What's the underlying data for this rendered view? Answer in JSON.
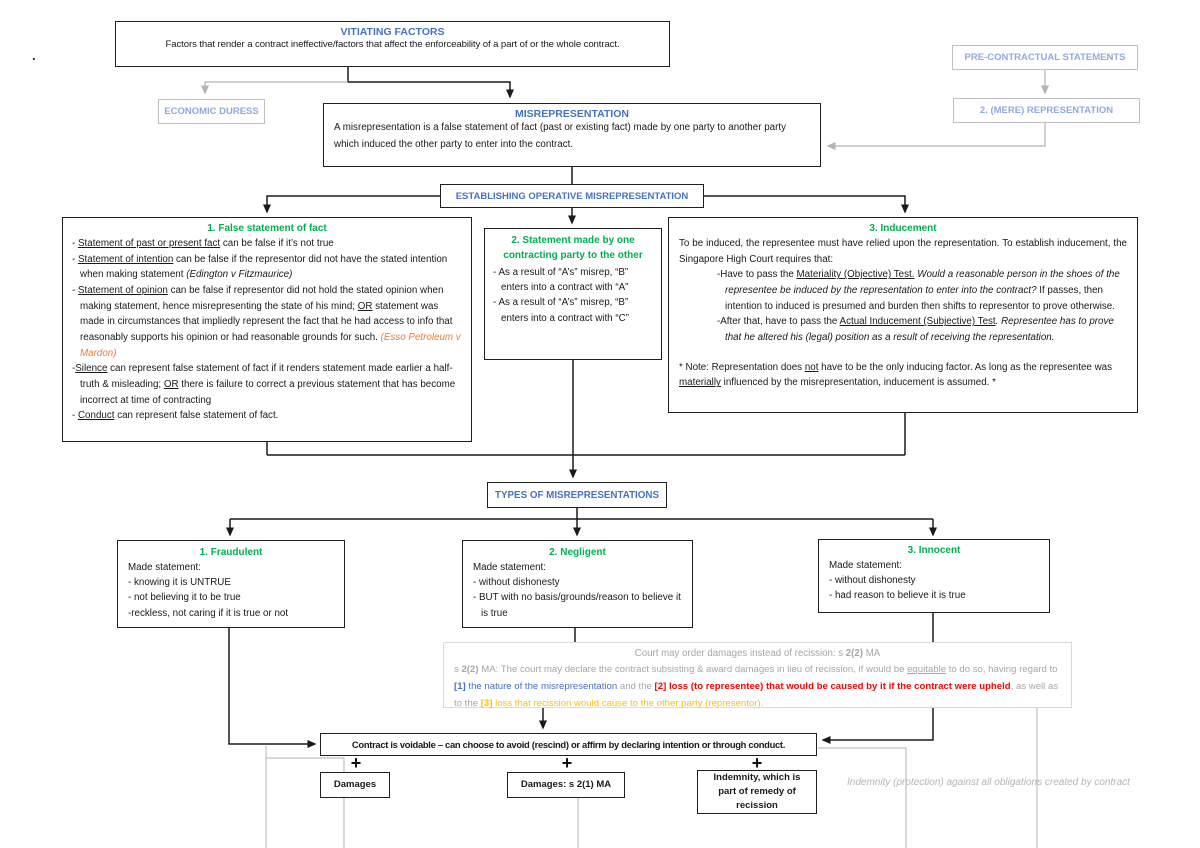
{
  "colors": {
    "header_blue": "#4472C4",
    "faded_blue": "#8FAADC",
    "green": "#00B050",
    "case_orange": "#ED7D31",
    "note_gray": "#A6A6A6",
    "red": "#FF0000",
    "amber": "#FFC000"
  },
  "stray_mark": ".",
  "header": {
    "vitiating_title": "VITIATING FACTORS",
    "vitiating_body": "Factors that render a contract ineffective/factors that affect the enforceability of a part of or the whole contract."
  },
  "side": {
    "economic_duress": "ECONOMIC DURESS",
    "pre_contractual": "PRE-CONTRACTUAL STATEMENTS",
    "mere_representation": "2. (MERE) REPRESENTATION"
  },
  "misrepresentation": {
    "title": "MISREPRESENTATION",
    "body": "A misrepresentation is a false statement of fact (past or existing fact) made by one party to another party which induced the other party to enter into the contract."
  },
  "establishing": "ESTABLISHING OPERATIVE MISREPRESENTATION",
  "elements": {
    "false_statement": {
      "title": "1. False statement of fact",
      "lines": [
        [
          [
            "",
            "- "
          ],
          [
            "u",
            "Statement of past or present fact"
          ],
          [
            "",
            " can be false if it’s not true"
          ]
        ],
        [
          [
            "",
            "- "
          ],
          [
            "u",
            "Statement of intention"
          ],
          [
            "",
            " can be false if the representor did not have the stated intention when making statement "
          ],
          [
            "i",
            "(Edington v Fitzmaurice)"
          ]
        ],
        [
          [
            "",
            "- "
          ],
          [
            "u",
            "Statement of opinion"
          ],
          [
            "",
            " can be false if representor did not hold the stated opinion when making statement, hence misrepresenting the state of his mind; "
          ],
          [
            "u",
            "OR"
          ],
          [
            "",
            " statement was made in circumstances that impliedly represent the fact that he had access to info that reasonably supports his opinion or had reasonable grounds for such. "
          ],
          [
            "oi",
            "(Esso Petroleum v Mardon)"
          ]
        ],
        [
          [
            "",
            "-"
          ],
          [
            "u",
            "Silence"
          ],
          [
            "",
            " can represent false statement of fact if it renders statement made earlier a half-truth & misleading; "
          ],
          [
            "u",
            "OR"
          ],
          [
            "",
            " there is failure to correct a previous statement that has become incorrect at time of contracting"
          ]
        ],
        [
          [
            "",
            "- "
          ],
          [
            "u",
            "Conduct"
          ],
          [
            "",
            " can represent false statement of fact."
          ]
        ]
      ]
    },
    "statement_party": {
      "title": "2. Statement made by one contracting party to the other",
      "lines": [
        "- As a result of “A’s” misrep, “B” enters into a contract with “A”",
        "- As a result of “A’s” misrep, “B” enters into a contract with “C”"
      ]
    },
    "inducement": {
      "title": "3. Inducement",
      "intro": "To be induced, the representee must have relied upon the representation. To establish inducement, the Singapore High Court requires that:",
      "bullets": [
        [
          [
            "",
            "-Have to pass the "
          ],
          [
            "u",
            "Materiality (Objective) Test."
          ],
          [
            "i",
            "  Would a reasonable person in the shoes of the representee be induced by the representation to enter into the contract?"
          ],
          [
            "",
            " If passes, then intention to induced is presumed and burden then shifts to representor to prove otherwise."
          ]
        ],
        [
          [
            "",
            "-After that, have to pass the "
          ],
          [
            "u",
            "Actual Inducement (Subjective) Test"
          ],
          [
            "i",
            ". Representee has to prove that he altered his (legal) position as a result of receiving the representation."
          ]
        ]
      ],
      "note": [
        [
          "",
          "* Note: Representation does "
        ],
        [
          "u",
          "not"
        ],
        [
          "",
          " have to be the only inducing factor. As long as the representee was "
        ],
        [
          "u",
          "materially"
        ],
        [
          "",
          " influenced by the misrepresentation, inducement is assumed. *"
        ]
      ]
    }
  },
  "types": {
    "title": "TYPES OF MISREPRESENTATIONS",
    "fraudulent": {
      "title": "1. Fraudulent",
      "lines": [
        "Made statement:",
        "- knowing it is UNTRUE",
        "- not believing it to be true",
        "-reckless, not caring if it is true or not"
      ]
    },
    "negligent": {
      "title": "2. Negligent",
      "lines": [
        "Made statement:",
        "- without dishonesty",
        "- BUT with no basis/grounds/reason to believe it is true"
      ]
    },
    "innocent": {
      "title": "3. Innocent",
      "lines": [
        "Made statement:",
        "- without dishonesty",
        "- had reason to believe it is true"
      ]
    }
  },
  "damages_note": {
    "title": [
      [
        "",
        "Court may order damages instead of recission: s "
      ],
      [
        "b",
        "2(2)"
      ],
      [
        "",
        " MA"
      ]
    ],
    "body": [
      [
        "",
        "s "
      ],
      [
        "b",
        "2(2)"
      ],
      [
        "",
        " MA: The court may declare the contract subsisting & award damages in lieu of recission, if would be "
      ],
      [
        "u",
        "equitable"
      ],
      [
        "",
        " to do so, having regard to "
      ],
      [
        "b blue",
        "[1]"
      ],
      [
        "blue",
        " the nature of the misrepresentation"
      ],
      [
        "",
        " and the "
      ],
      [
        "b red",
        "[2] loss (to representee) that would be caused by it if the contract were upheld"
      ],
      [
        "",
        ", as well as to the "
      ],
      [
        "b amber",
        "[3]"
      ],
      [
        "amber",
        " loss that recission would cause to the other party (representor)."
      ]
    ]
  },
  "voidable": "Contract is voidable – can choose to avoid (rescind) or affirm by declaring intention or through conduct.",
  "remedies": {
    "plus": "+",
    "fraudulent": "Damages",
    "negligent": "Damages: s 2(1) MA",
    "innocent": "Indemnity, which is part of remedy of recission",
    "annotation": "Indemnity (protection) against all obligations created by contract"
  }
}
